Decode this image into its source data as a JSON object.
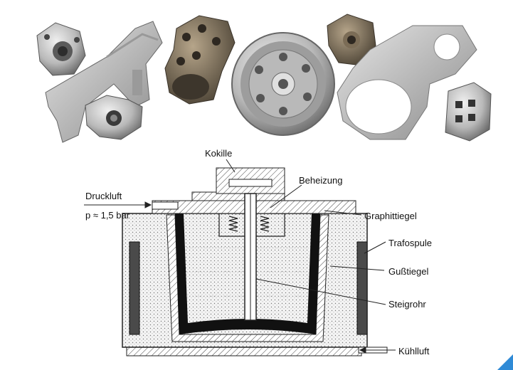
{
  "diagram": {
    "labels": {
      "kokille": "Kokille",
      "beheizung": "Beheizung",
      "druckluft": "Druckluft",
      "pressure": "p ≈ 1,5 bar",
      "graphittiegel": "Graphittiegel",
      "trafospule": "Trafospule",
      "gusstiegel": "Gußtiegel",
      "steigrohr": "Steigrohr",
      "kuehlluft": "Kühlluft"
    }
  },
  "photo": {
    "parts": [
      "housing-part",
      "pipe-bracket",
      "valve-body",
      "manifold-block",
      "wheel-hub",
      "flange-part",
      "ring-bracket",
      "pump-block"
    ]
  },
  "colors": {
    "metal_light": "#c9c9c9",
    "metal_dark": "#6d6d6d",
    "casting_brown": "#7a6a55",
    "accent": "#2f8ad6"
  }
}
